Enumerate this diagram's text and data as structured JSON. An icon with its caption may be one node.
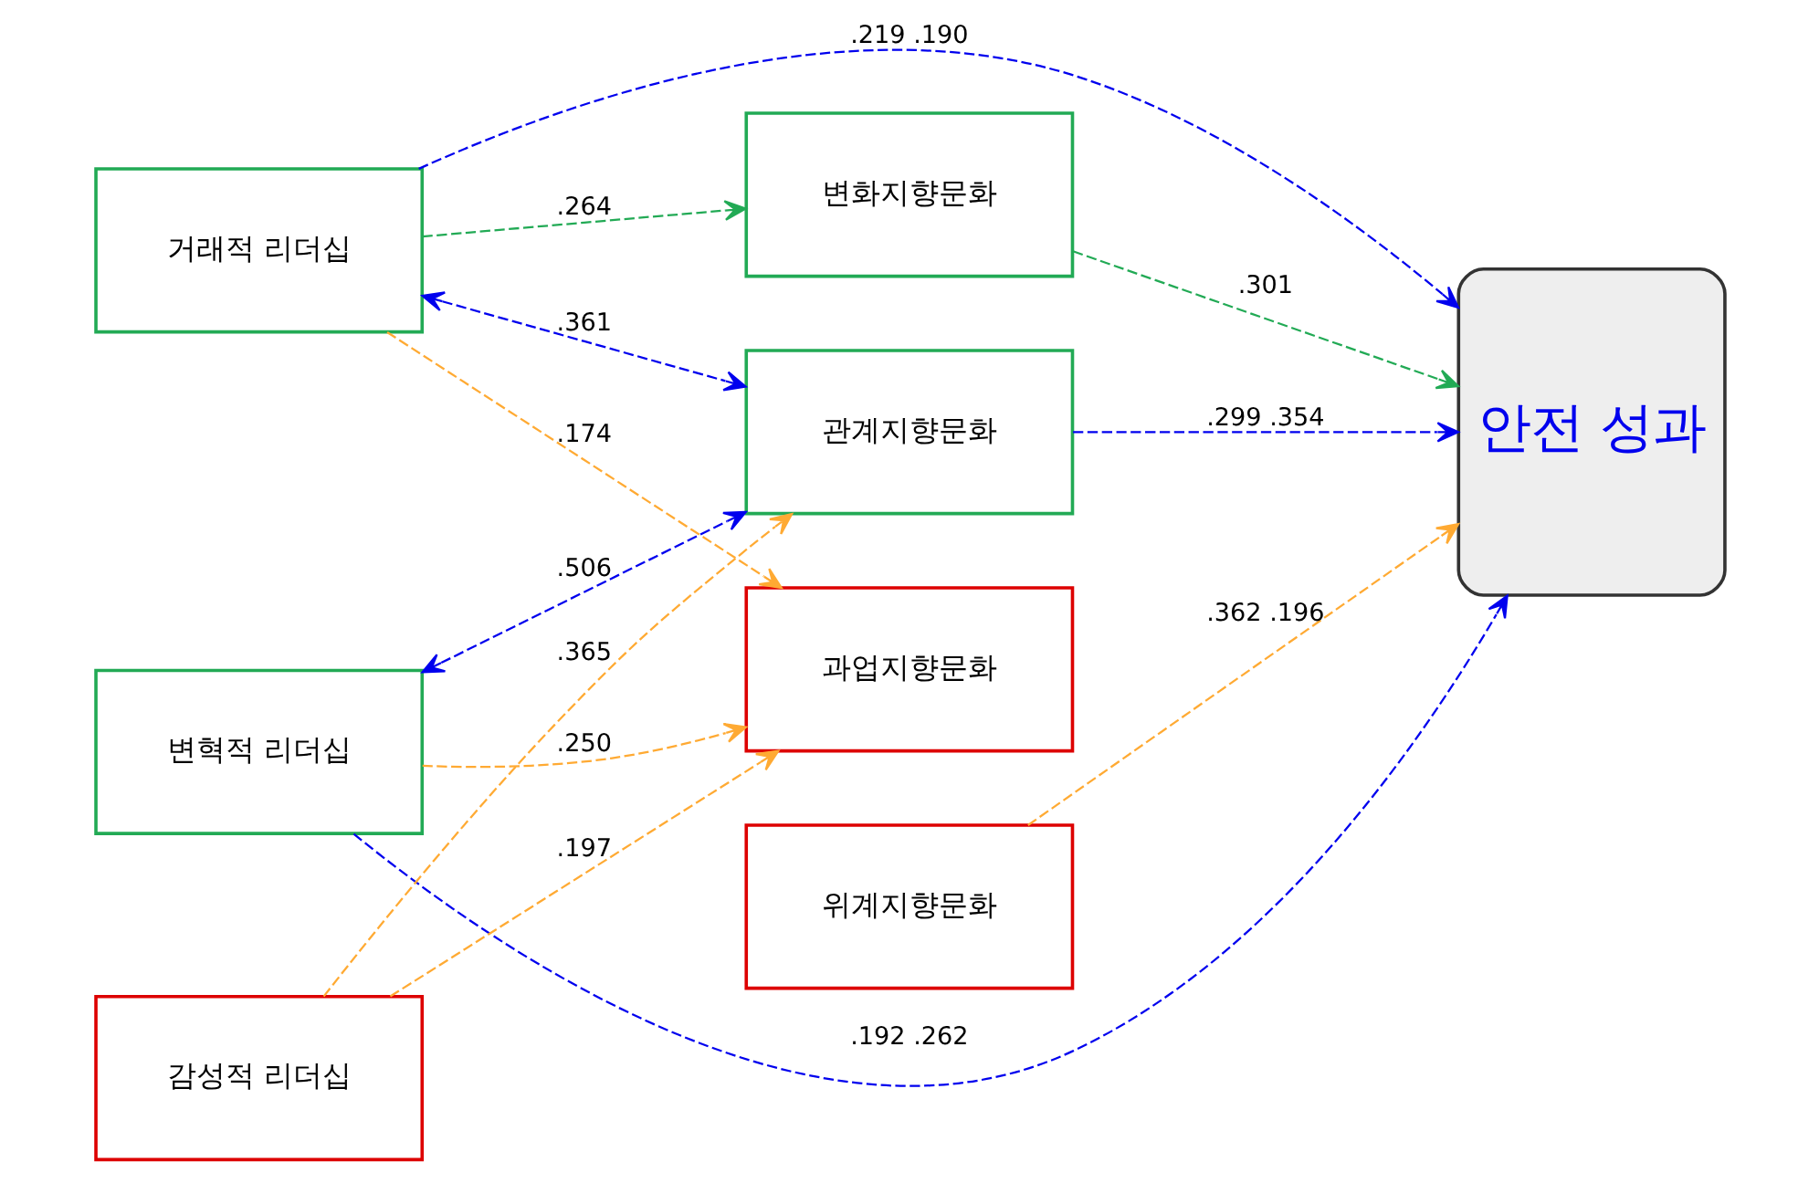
{
  "diagram": {
    "nodes": [
      {
        "text": [
          "거래적 리더십"
        ]
      },
      {
        "text": [
          "변혁적 리더십"
        ]
      },
      {
        "text": [
          "감성적 리더십"
        ]
      },
      {
        "text": [
          "관계지향문화"
        ]
      },
      {
        "text": [
          "변화지향문화"
        ]
      },
      {
        "text": [
          "과업지향문화"
        ]
      },
      {
        "text": [
          "위계지향문화"
        ]
      },
      {
        "text": [
          "안전 성과"
        ]
      }
    ],
    "edges": [
      {
        "from": 0,
        "to": 3,
        "arrow": "both",
        "label": ".361",
        "style": "dashed",
        "color": "#0000ee"
      },
      {
        "from": 0,
        "to": 7,
        "arrow": "to",
        "label": ".219 .190",
        "style": "dashed",
        "color": "#0000ee"
      },
      {
        "from": 0,
        "to": 4,
        "arrow": "to",
        "label": ".264",
        "style": "dashed",
        "color": "#22aa55"
      },
      {
        "from": 0,
        "to": 5,
        "arrow": "to",
        "label": ".174",
        "style": "dashed",
        "color": "#ffaa33"
      },
      {
        "from": 1,
        "to": 3,
        "arrow": "both",
        "label": ".506",
        "style": "dashed",
        "color": "#0000ee"
      },
      {
        "from": 1,
        "to": 7,
        "arrow": "to",
        "label": ".192 .262",
        "style": "dashed",
        "color": "#0000ee"
      },
      {
        "from": 1,
        "to": 5,
        "arrow": "to",
        "label": ".250",
        "style": "dashed",
        "color": "#ffaa33"
      },
      {
        "from": 2,
        "to": 3,
        "arrow": "to",
        "label": ".365",
        "style": "dashed",
        "color": "#ffaa33"
      },
      {
        "from": 2,
        "to": 5,
        "arrow": "to",
        "label": ".197",
        "style": "dashed",
        "color": "#ffaa33"
      },
      {
        "from": 3,
        "to": 7,
        "arrow": "to",
        "label": ".299 .354",
        "style": "dashed",
        "color": "#0000ee"
      },
      {
        "from": 4,
        "to": 7,
        "arrow": "to",
        "label": ".301",
        "style": "dashed",
        "color": "#22aa55"
      },
      {
        "from": 6,
        "to": 7,
        "arrow": "to",
        "label": ".362 .196",
        "style": "dashed",
        "color": "#ffaa33"
      }
    ]
  }
}
